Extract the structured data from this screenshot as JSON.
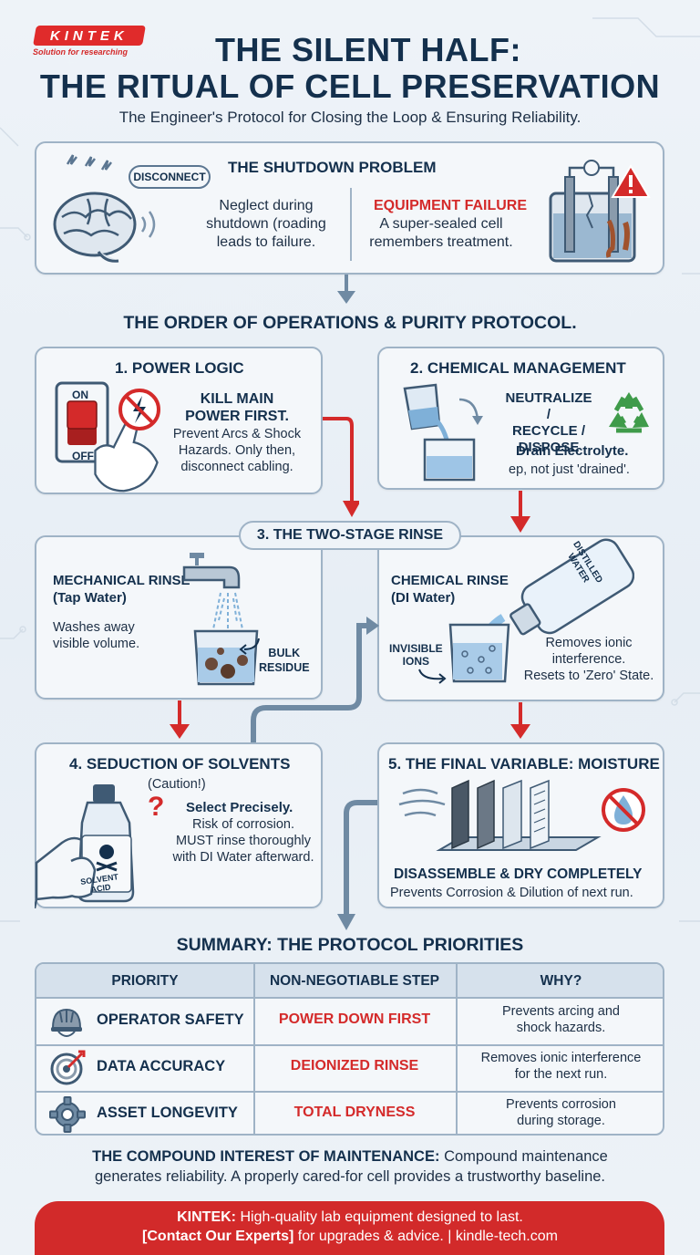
{
  "brand": {
    "logo": "KINTEK",
    "tagline": "Solution for researching"
  },
  "header": {
    "title_line1": "THE SILENT HALF:",
    "title_line2": "THE RITUAL OF CELL PRESERVATION",
    "subtitle": "The Engineer's Protocol for Closing the Loop & Ensuring Reliability."
  },
  "shutdown": {
    "title": "THE SHUTDOWN PROBLEM",
    "bubble": "DISCONNECT",
    "left_text": [
      "Neglect during",
      "shutdown (roading",
      "leads to failure."
    ],
    "failure_title": "EQUIPMENT FAILURE",
    "right_text": [
      "A super-sealed cell",
      "remembers treatment."
    ]
  },
  "section_title": "THE ORDER OF OPERATIONS & PURITY PROTOCOL.",
  "step1": {
    "title": "1. POWER LOGIC",
    "switch_on": "ON",
    "switch_off": "OFF",
    "headline": [
      "KILL MAIN",
      "POWER FIRST."
    ],
    "text": [
      "Prevent Arcs & Shock",
      "Hazards. Only then,",
      "disconnect cabling."
    ]
  },
  "step2": {
    "title": "2. CHEMICAL MANAGEMENT",
    "headline": [
      "NEUTRALIZE /",
      "RECYCLE /",
      "DISPOSE"
    ],
    "sub": "Drain Electrolyte.",
    "text": "ep, not just 'drained'."
  },
  "step3": {
    "title": "3. THE TWO-STAGE RINSE",
    "mech_title": [
      "MECHANICAL RINSE",
      "(Tap Water)"
    ],
    "mech_text": [
      "Washes away",
      "visible volume."
    ],
    "bulk_label": [
      "BULK",
      "RESIDUE"
    ],
    "chem_title": [
      "CHEMICAL RINSE",
      "(DI Water)"
    ],
    "ions_label": [
      "INVISIBLE",
      "IONS"
    ],
    "bottle_label": [
      "DISTILLED",
      "WATER"
    ],
    "chem_text": [
      "Removes ionic",
      "interference.",
      "Resets to 'Zero' State."
    ]
  },
  "step4": {
    "title": "4. SEDUCTION OF SOLVENTS",
    "caution": "(Caution!)",
    "headline": "Select Precisely.",
    "text": [
      "Risk of corrosion.",
      "MUST rinse thoroughly",
      "with DI Water afterward."
    ],
    "bottle_label": [
      "SOLVENT",
      "ACID"
    ]
  },
  "step5": {
    "title": "5. THE FINAL VARIABLE: MOISTURE",
    "headline": "DISASSEMBLE & DRY COMPLETELY",
    "text": "Prevents Corrosion & Dilution of next run."
  },
  "summary": {
    "title": "SUMMARY: THE PROTOCOL PRIORITIES",
    "columns": [
      "PRIORITY",
      "NON-NEGOTIABLE STEP",
      "WHY?"
    ],
    "rows": [
      {
        "icon": "hard-hat-icon",
        "priority": "OPERATOR SAFETY",
        "step": "POWER DOWN FIRST",
        "why": [
          "Prevents arcing and",
          "shock hazards."
        ]
      },
      {
        "icon": "target-icon",
        "priority": "DATA ACCURACY",
        "step": "DEIONIZED RINSE",
        "why": [
          "Removes ionic interference",
          "for the next run."
        ]
      },
      {
        "icon": "gear-icon",
        "priority": "ASSET LONGEVITY",
        "step": "TOTAL DRYNESS",
        "why": [
          "Prevents corrosion",
          "during storage."
        ]
      }
    ]
  },
  "compound": {
    "lead": "THE COMPOUND INTEREST OF MAINTENANCE:",
    "text1": " Compound maintenance",
    "text2": "generates reliability. A properly cared-for cell provides a trustworthy baseline."
  },
  "footer": {
    "brand": "KINTEK:",
    "line1": " High-quality lab equipment designed to last.",
    "cta": "[Contact Our Experts]",
    "line2": " for upgrades & advice. | kindle-tech.com"
  },
  "colors": {
    "navy": "#14304d",
    "red": "#d42a2a",
    "border": "#9fb3c6",
    "arrow_blue": "#6f8aa3"
  }
}
